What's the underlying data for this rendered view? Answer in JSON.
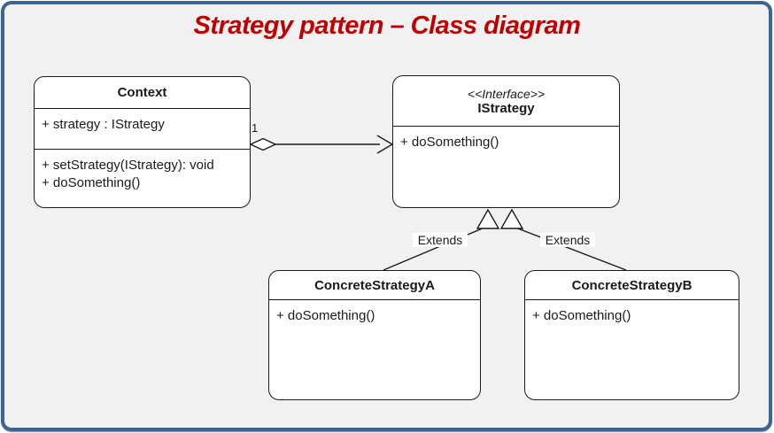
{
  "title": "Strategy pattern – Class diagram",
  "colors": {
    "frame_border": "#3e6494",
    "title_color": "#c00000",
    "bg": "#f1f1f2",
    "box_fill": "#ffffff",
    "line": "#1a1a1a"
  },
  "classes": {
    "context": {
      "name": "Context",
      "attributes": [
        "+ strategy : IStrategy"
      ],
      "methods": [
        "+ setStrategy(IStrategy): void",
        "+ doSomething()"
      ]
    },
    "istrategy": {
      "stereotype": "<<Interface>>",
      "name": "IStrategy",
      "methods": [
        "+ doSomething()"
      ]
    },
    "concrete_a": {
      "name": "ConcreteStrategyA",
      "methods": [
        "+ doSomething()"
      ]
    },
    "concrete_b": {
      "name": "ConcreteStrategyB",
      "methods": [
        "+ doSomething()"
      ]
    }
  },
  "relations": {
    "aggregation": {
      "multiplicity": "1"
    },
    "extends_a": {
      "label": "Extends"
    },
    "extends_b": {
      "label": "Extends"
    }
  }
}
